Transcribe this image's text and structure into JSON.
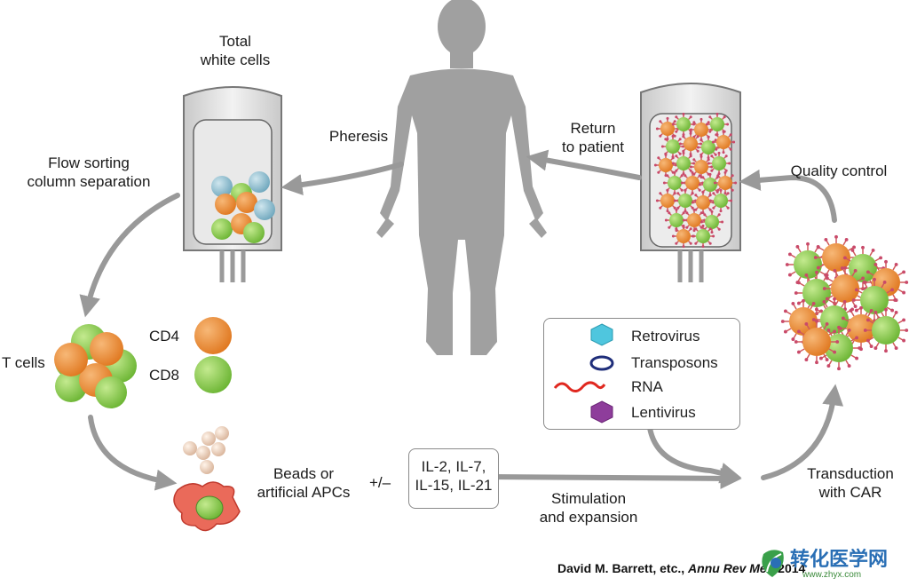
{
  "labels": {
    "total_white_cells": "Total\nwhite cells",
    "pheresis": "Pheresis",
    "flow_sorting": "Flow sorting\ncolumn separation",
    "return_to_patient": "Return\nto patient",
    "quality_control": "Quality control",
    "t_cells": "T cells",
    "cd4": "CD4",
    "cd8": "CD8",
    "beads_or_apcs": "Beads or\nartificial APCs",
    "plus_minus": "+/–",
    "stimulation": "Stimulation\nand expansion",
    "transduction": "Transduction\nwith CAR"
  },
  "cytokines": "IL-2, IL-7,\nIL-15, IL-21",
  "legend": [
    {
      "label": "Retrovirus",
      "icon": "hexagon-cyan-icon"
    },
    {
      "label": "Transposons",
      "icon": "ellipse-navy-icon"
    },
    {
      "label": "RNA",
      "icon": "squiggle-red-icon"
    },
    {
      "label": "Lentivirus",
      "icon": "hexagon-purple-icon"
    }
  ],
  "citation": {
    "authors": "David M. Barrett, etc., ",
    "journal": "Annu Rev Med",
    "year": " 2014"
  },
  "watermark": {
    "text": "转化医学网",
    "url": "www.zhyx.com"
  },
  "colors": {
    "cd4": "#e8852a",
    "cd8": "#7cc242",
    "unsorted_cell": "#7fb5c9",
    "arrow": "#999999",
    "human": "#a0a0a0",
    "apc": "#e85a4f",
    "spike": "#d05a5a"
  }
}
